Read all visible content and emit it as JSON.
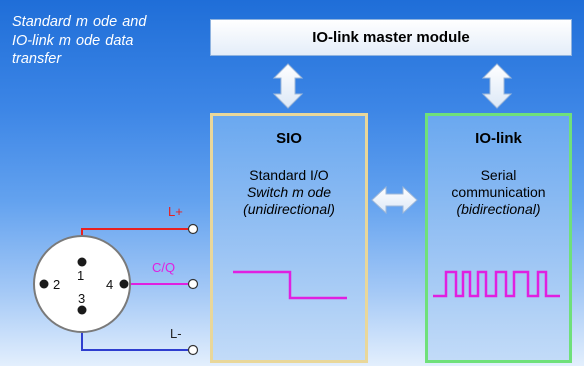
{
  "caption": {
    "line1": "Standard m ode and",
    "line2": "IO-link m ode data",
    "line3": "transfer"
  },
  "master": {
    "label": "IO-link master module"
  },
  "sio": {
    "title": "SIO",
    "line1": "Standard I/O",
    "line2": "Switch m ode",
    "line3": "(unidirectional)"
  },
  "iolink": {
    "title": "IO-link",
    "line1": "Serial",
    "line2": "communication",
    "line3": "(bidirectional)"
  },
  "connector": {
    "pins": [
      "1",
      "2",
      "3",
      "4"
    ],
    "l_plus": "L+",
    "cq": "C/Q",
    "l_minus": "L-"
  },
  "colors": {
    "background_top": "#1f6ed8",
    "sio_border": "#e9d79a",
    "iolink_border": "#6fe07a",
    "signal": "#e020e0",
    "l_plus_wire": "#e82020",
    "cq_wire": "#e020e0",
    "l_minus_wire": "#2f3ecf"
  }
}
